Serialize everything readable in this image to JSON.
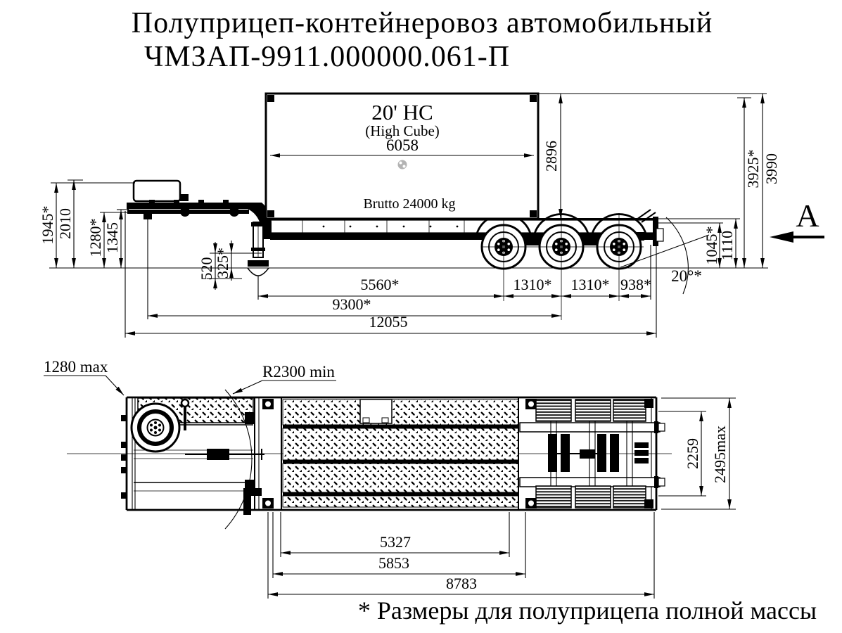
{
  "title": {
    "line1": "Полуприцеп-контейнеровоз автомобильный",
    "line2": "ЧМЗАП-9911.000000.061-П"
  },
  "side": {
    "container_type": "20' HC",
    "container_subtype": "(High Cube)",
    "container_length": "6058",
    "container_gross": "Brutto 24000 kg",
    "container_height": "2896",
    "h_front_laden": "1945*",
    "h_front": "2010",
    "h_saddle_laden": "1280*",
    "h_saddle": "1345",
    "clearance": "520",
    "clearance_laden": "325*",
    "h_overall_laden": "3925*",
    "h_overall": "3990",
    "h_rear_laden": "1045*",
    "h_rear": "1110",
    "wheelbase": "5560*",
    "axle_spacing_1": "1310*",
    "axle_spacing_2": "1310*",
    "rear_overhang": "938*",
    "kingpin_to_bogie": "9300*",
    "length_overall": "12055",
    "departure_angle": "20°*",
    "view_label": "A"
  },
  "top": {
    "front_swing_radius": "1280 max",
    "turning_radius": "R2300 min",
    "frame_width": "2259",
    "overall_width": "2495max",
    "deck_length_1": "5327",
    "deck_length_2": "5853",
    "deck_length_3": "8783"
  },
  "footnote": {
    "text": "* Размеры для полуприцепа полной массы"
  }
}
